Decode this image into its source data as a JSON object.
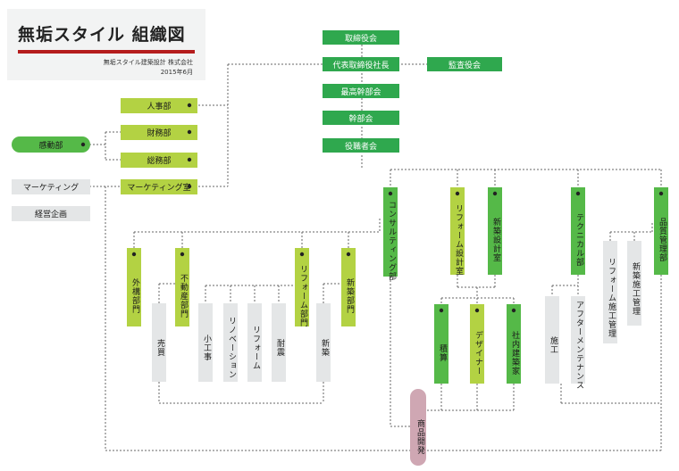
{
  "header": {
    "title": "無垢スタイル 組織図",
    "company": "無垢スタイル建築設計 株式会社",
    "date": "2015年6月"
  },
  "colors": {
    "dark_green": "#2fa84e",
    "lime": "#b3d243",
    "mid_green": "#55b948",
    "gray": "#e4e6e7",
    "pink": "#cfa7b3",
    "accent_red": "#b51d1d"
  },
  "top": {
    "board": "取締役会",
    "president": "代表取締役社長",
    "auditor": "監査役会",
    "executive": "最高幹部会",
    "managers": "幹部会",
    "officers": "役職者会"
  },
  "left": {
    "hr": "人事部",
    "finance": "財務部",
    "general_affairs": "総務部",
    "marketing_office": "マーケティング室",
    "kando": "感動部",
    "marketing": "マーケティング",
    "planning": "経営企画"
  },
  "divisions": {
    "consulting": "コンサルティング部",
    "reform_design": "リフォーム設計室",
    "new_design": "新築設計室",
    "technical": "テクニカル部",
    "quality": "品質管理部"
  },
  "consulting_units": {
    "exterior": "外構部門",
    "real_estate": "不動産部門",
    "reform": "リフォーム部門",
    "new_build": "新築部門",
    "sales": "売買",
    "small_work": "小工事",
    "renovation": "リノベーション",
    "reform_task": "リフォーム",
    "seismic": "耐震",
    "new_task": "新築"
  },
  "design_units": {
    "estimation": "積算",
    "designer": "デザイナー",
    "in_house_architect": "社内建築家"
  },
  "technical_units": {
    "construction": "施工",
    "after_maintenance": "アフターメンテナンス"
  },
  "quality_units": {
    "reform_construction_mgmt": "リフォーム施工管理",
    "new_construction_mgmt": "新築施工管理"
  },
  "product": "商品開発"
}
